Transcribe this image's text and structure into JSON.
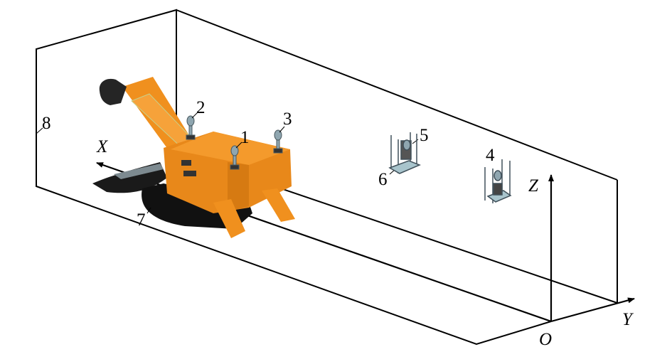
{
  "labels": {
    "n1": "1",
    "n2": "2",
    "n3": "3",
    "n4": "4",
    "n5": "5",
    "n6": "6",
    "n7": "7",
    "n8": "8"
  },
  "axes": {
    "x": "X",
    "y": "Y",
    "z": "Z",
    "origin": "O"
  },
  "colors": {
    "machine": "#f0901e",
    "machine_dark": "#c56f10",
    "track": "#141414",
    "sensor": "#8fa6b0",
    "line": "#000000"
  }
}
